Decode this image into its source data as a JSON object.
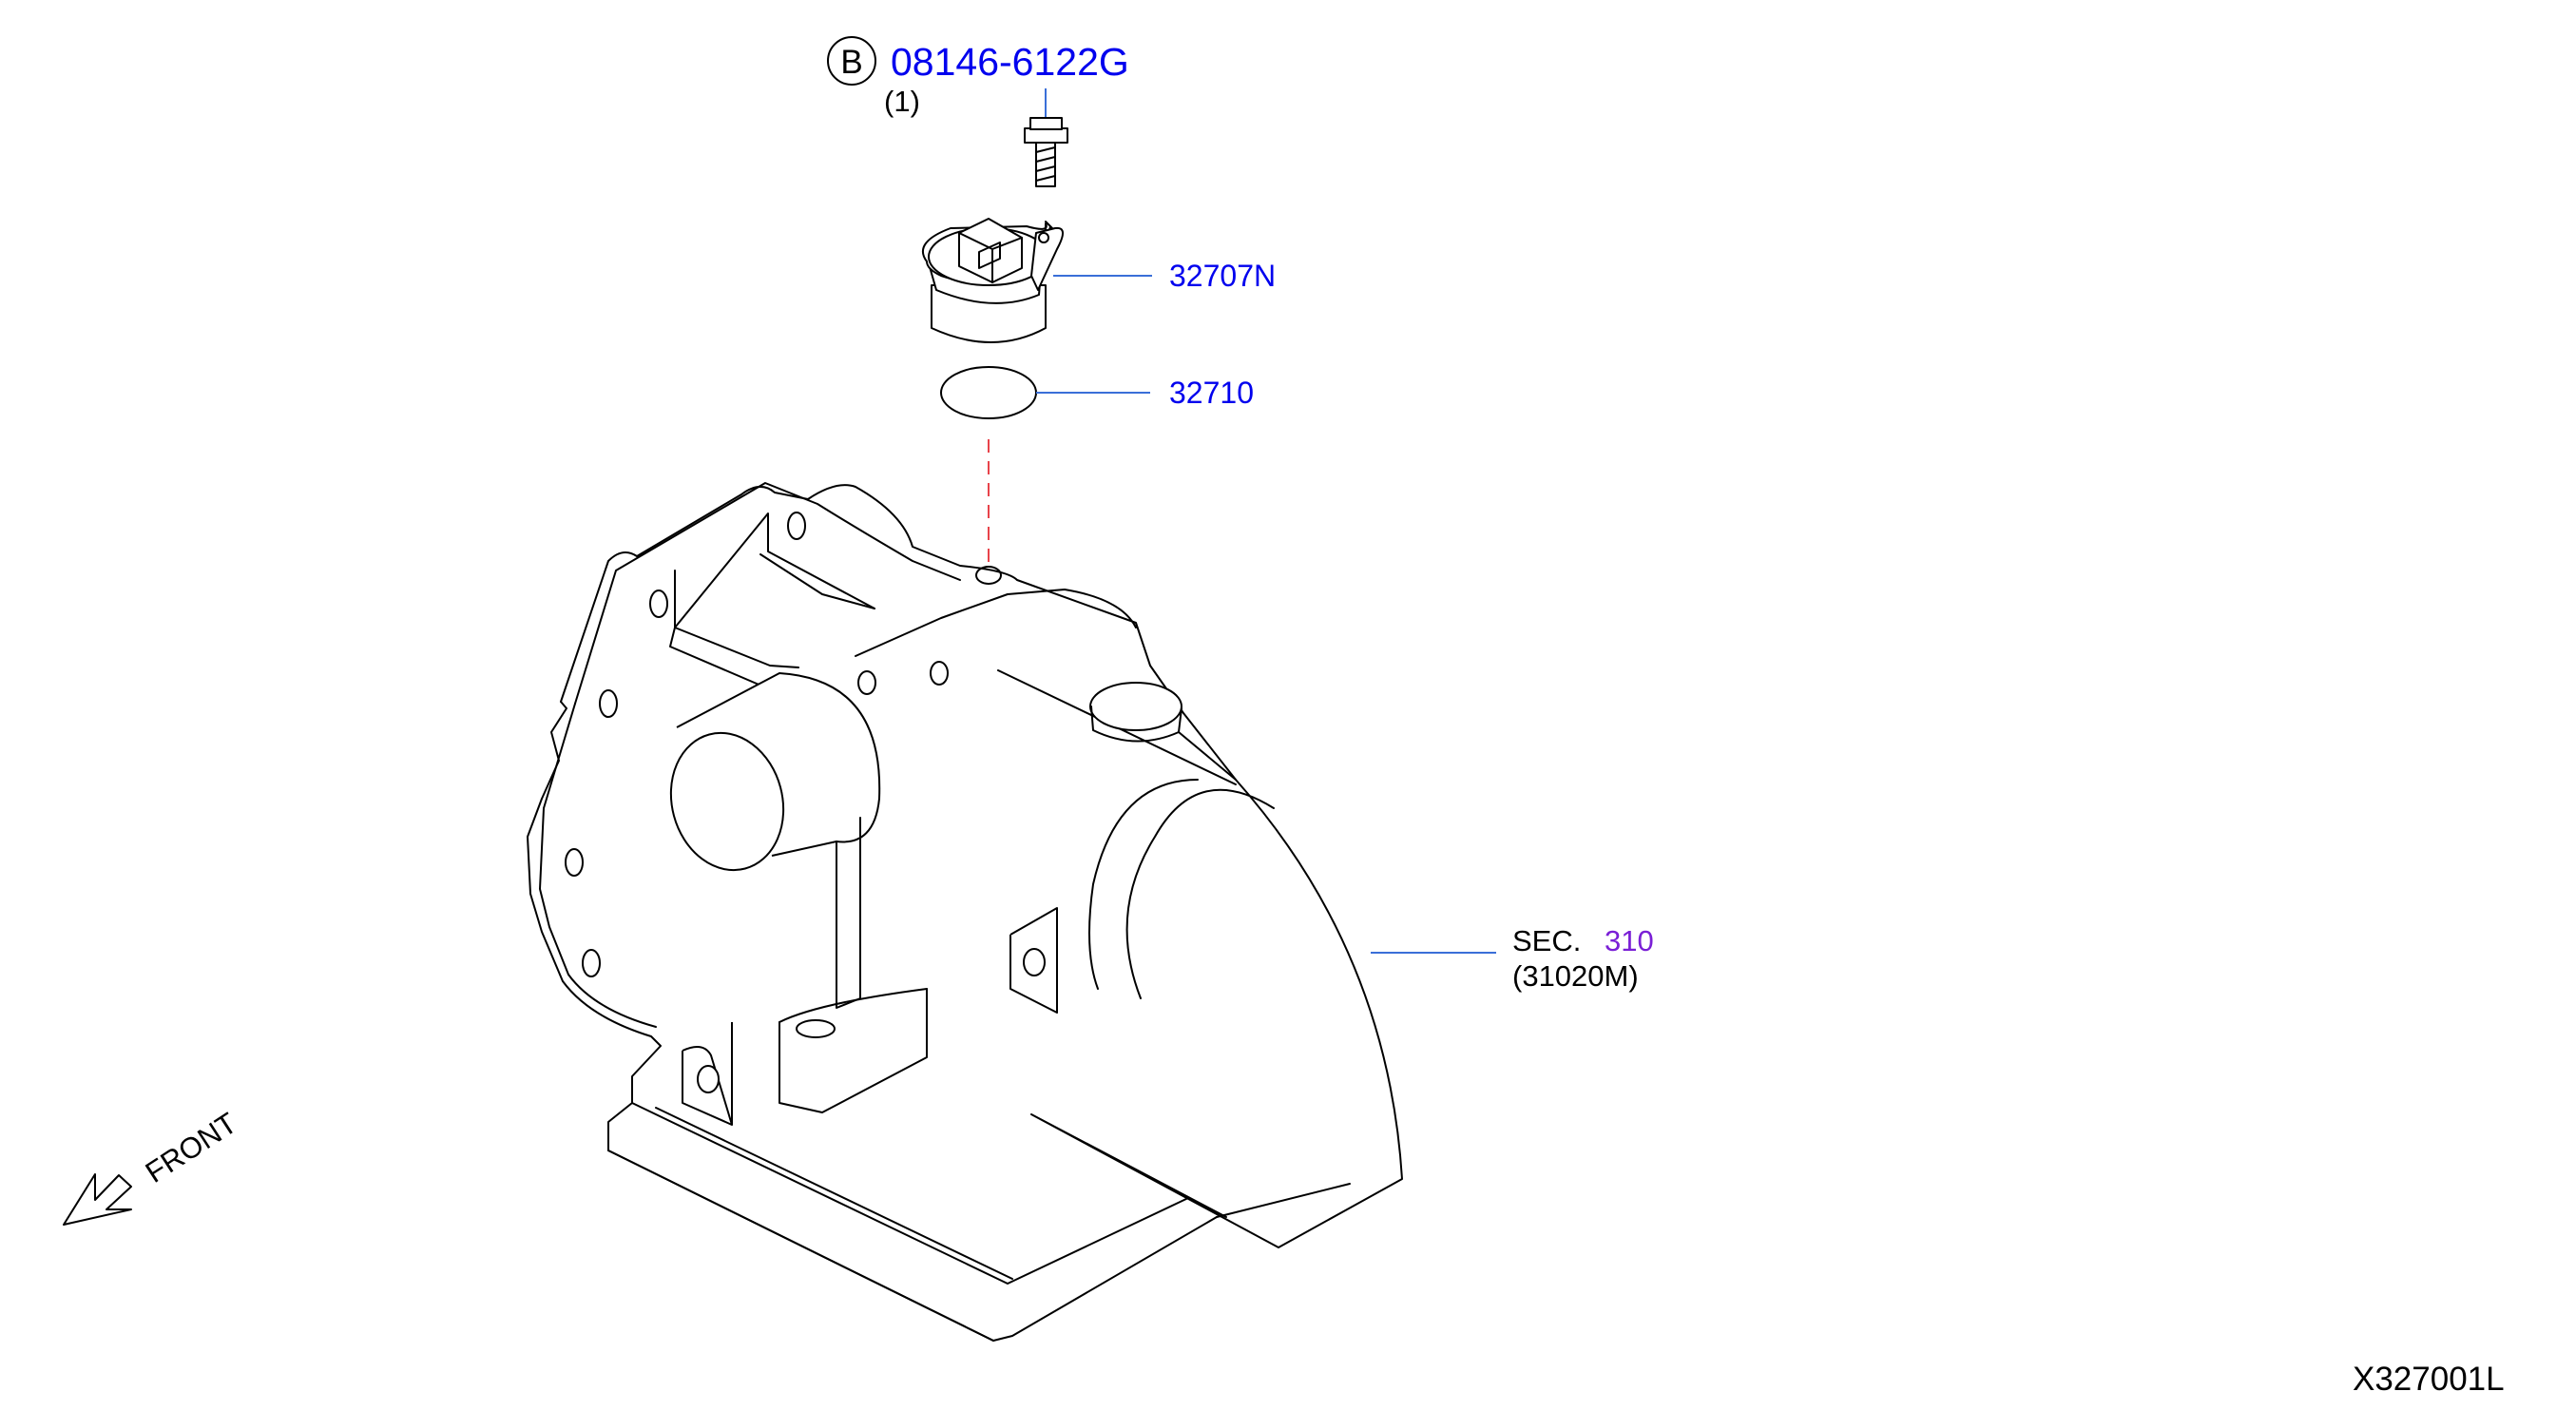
{
  "callouts": {
    "bolt": {
      "badge": "B",
      "part_number": "08146-6122G",
      "quantity": "(1)"
    },
    "sensor": {
      "part_number": "32707N"
    },
    "oring": {
      "part_number": "32710"
    },
    "transmission": {
      "prefix": "SEC.",
      "section": "310",
      "sub_number": "(31020M)"
    }
  },
  "direction": {
    "label": "FRONT"
  },
  "diagram_id": "X327001L",
  "colors": {
    "link": "#0000ee",
    "section_link": "#7a1fd6",
    "leader": "#3a6fd8",
    "install_guide": "#e8434a"
  }
}
